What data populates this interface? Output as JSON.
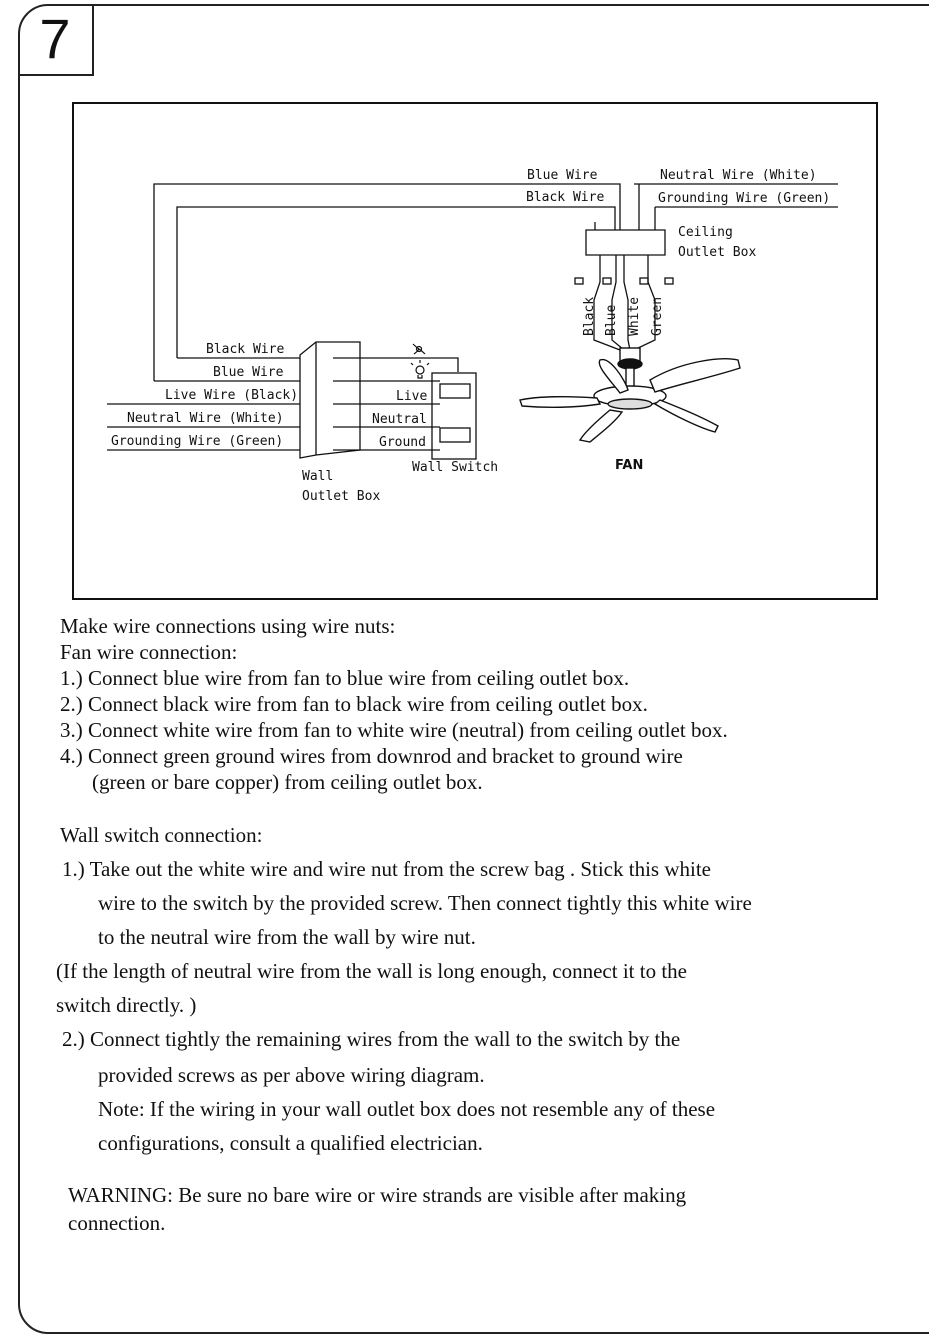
{
  "page_number": "7",
  "diagram": {
    "ceiling_labels": {
      "blue_wire": "Blue Wire",
      "black_wire": "Black Wire",
      "neutral_wire": "Neutral Wire (White)",
      "grounding_wire": "Grounding Wire (Green)",
      "ceiling_outlet_box_1": "Ceiling",
      "ceiling_outlet_box_2": "Outlet Box"
    },
    "fan_wire_labels": [
      "Black",
      "Blue",
      "White",
      "Green"
    ],
    "fan_label": "FAN",
    "wall_labels": {
      "black_wire": "Black Wire",
      "blue_wire": "Blue Wire",
      "live_wire": "Live Wire (Black)",
      "neutral_wire": "Neutral Wire (White)",
      "grounding_wire": "Grounding Wire (Green)",
      "wall_outlet_box_1": "Wall",
      "wall_outlet_box_2": "Outlet Box",
      "switch_live": "Live",
      "switch_neutral": "Neutral",
      "switch_ground": "Ground",
      "wall_switch": "Wall Switch"
    }
  },
  "instructions": {
    "intro": "Make wire connections using wire nuts:",
    "fan_heading": "Fan wire connection:",
    "fan_steps": [
      "1.) Connect blue wire from fan to blue wire from ceiling outlet box.",
      "2.) Connect black wire from fan to black wire from ceiling outlet box.",
      "3.) Connect white wire from fan to white wire (neutral) from ceiling outlet box.",
      "4.) Connect green ground wires from downrod and bracket to ground wire"
    ],
    "fan_step4_cont": "(green or bare copper) from ceiling outlet box.",
    "wall_heading": "Wall switch connection:",
    "wall_step1": [
      "1.) Take out the white wire and wire nut from the screw bag . Stick this white",
      "wire to the switch by the provided screw. Then connect tightly this white wire",
      "to the neutral wire from the wall by wire nut."
    ],
    "paren_note": [
      "(If the length of neutral wire from the wall is long enough, connect it to the",
      "switch directly. )"
    ],
    "wall_step2": [
      "2.) Connect tightly the remaining wires from the wall to the switch by the",
      "provided screws as per above wiring diagram."
    ],
    "note": [
      "Note: If the wiring in your wall outlet box does not resemble any of these",
      "configurations,  consult a qualified electrician."
    ],
    "warning": [
      "WARNING: Be sure no bare wire or wire strands are visible after making",
      "connection."
    ]
  }
}
